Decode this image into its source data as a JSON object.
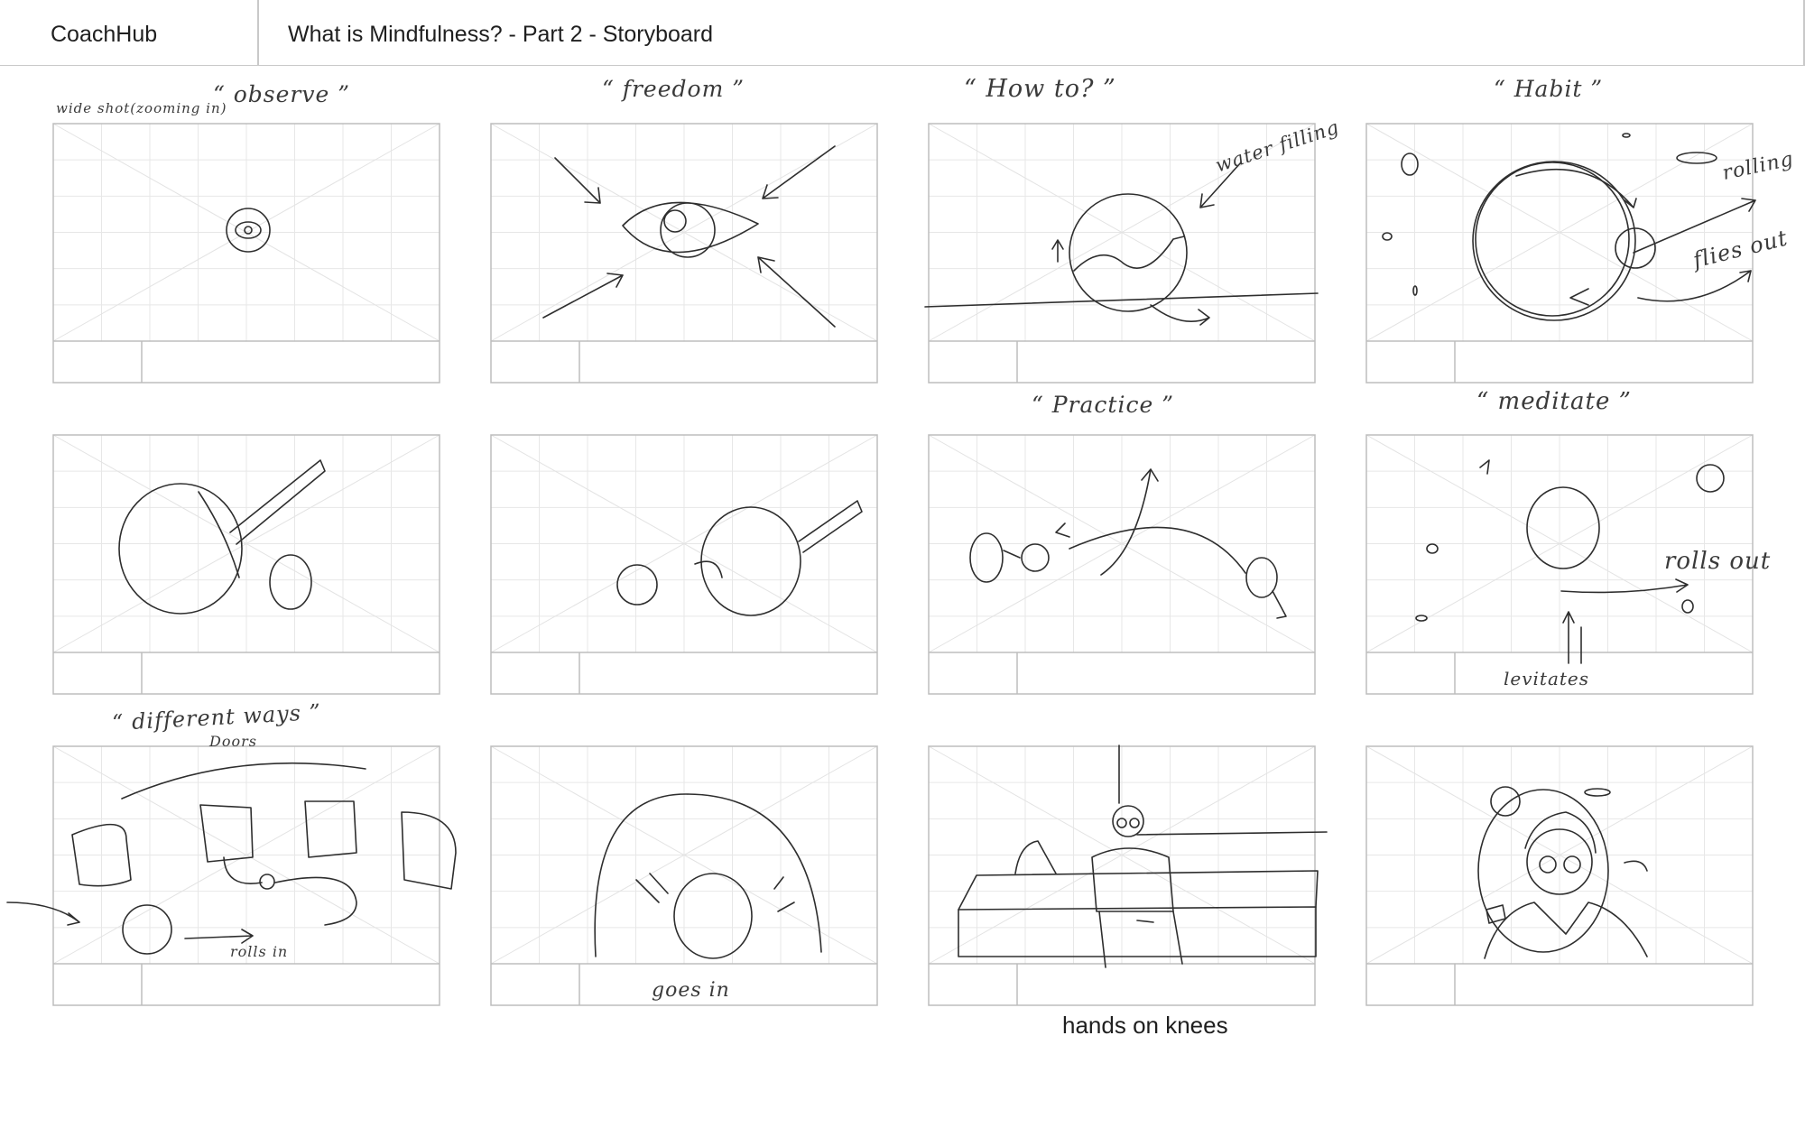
{
  "header": {
    "brand": "CoachHub",
    "title": "What is Mindfulness? - Part 2 - Storyboard"
  },
  "notes": {
    "wide_shot": "wide shot(zooming in)",
    "observe": "“ observe ”",
    "freedom": "“ freedom ”",
    "how_to": "“ How to? ”",
    "habit": "“ Habit ”",
    "water_filling": "water filling",
    "rolling": "rolling",
    "flies_out": "flies out",
    "practice": "“ Practice ”",
    "meditate": "“ meditate ”",
    "rolls_out": "rolls out",
    "levitates": "levitates",
    "different_ways": "“ different ways ”",
    "doors": "Doors",
    "rolls_in": "rolls in",
    "goes_in": "goes in"
  },
  "captions": {
    "hands_on_knees": "hands on knees"
  }
}
